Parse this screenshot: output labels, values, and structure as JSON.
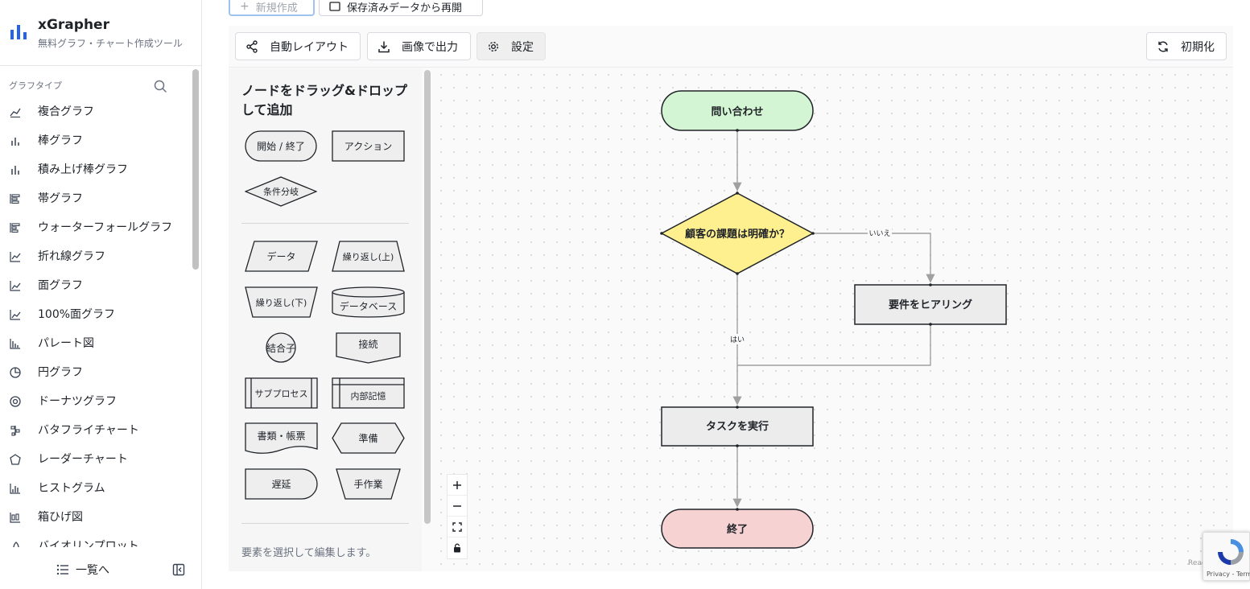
{
  "brand": {
    "title": "xGrapher",
    "subtitle": "無料グラフ・チャート作成ツール",
    "color": "#2563eb"
  },
  "sidebar": {
    "section_title": "グラフタイプ",
    "items": [
      {
        "label": "複合グラフ",
        "icon": "combo-chart-icon"
      },
      {
        "label": "棒グラフ",
        "icon": "bar-chart-icon"
      },
      {
        "label": "積み上げ棒グラフ",
        "icon": "stacked-bar-icon"
      },
      {
        "label": "帯グラフ",
        "icon": "band-chart-icon"
      },
      {
        "label": "ウォーターフォールグラフ",
        "icon": "waterfall-icon"
      },
      {
        "label": "折れ線グラフ",
        "icon": "line-chart-icon"
      },
      {
        "label": "面グラフ",
        "icon": "area-chart-icon"
      },
      {
        "label": "100%面グラフ",
        "icon": "area100-chart-icon"
      },
      {
        "label": "パレート図",
        "icon": "pareto-icon"
      },
      {
        "label": "円グラフ",
        "icon": "pie-chart-icon"
      },
      {
        "label": "ドーナツグラフ",
        "icon": "donut-chart-icon"
      },
      {
        "label": "バタフライチャート",
        "icon": "butterfly-icon"
      },
      {
        "label": "レーダーチャート",
        "icon": "radar-icon"
      },
      {
        "label": "ヒストグラム",
        "icon": "histogram-icon"
      },
      {
        "label": "箱ひげ図",
        "icon": "boxplot-icon"
      },
      {
        "label": "バイオリンプロット",
        "icon": "violin-icon"
      }
    ],
    "footer": {
      "list_label": "一覧へ"
    }
  },
  "top_buttons": {
    "new_label": "新規作成",
    "resume_label": "保存済みデータから再開"
  },
  "toolbar": {
    "auto_layout": "自動レイアウト",
    "export_image": "画像で出力",
    "settings": "設定",
    "reset": "初期化"
  },
  "palette": {
    "title": "ノードをドラッグ&ドロップして追加",
    "basic": {
      "start_end": "開始 / 終了",
      "action": "アクション",
      "condition": "条件分岐"
    },
    "shapes": {
      "data": "データ",
      "loop_top": "繰り返し(上)",
      "loop_bottom": "繰り返し(下)",
      "database": "データベース",
      "connector": "結合子",
      "offpage": "接続",
      "subprocess": "サブプロセス",
      "internal": "内部記憶",
      "document": "書類・帳票",
      "prep": "準備",
      "delay": "遅延",
      "manual": "手作業"
    },
    "hint": "要素を選択して編集します。"
  },
  "flow": {
    "nodes": {
      "start": "問い合わせ",
      "decision": "顧客の課題は明確か？",
      "hearing": "要件をヒアリング",
      "task": "タスクを実行",
      "end": "終了"
    },
    "edge_labels": {
      "no": "いいえ",
      "yes": "はい"
    },
    "colors": {
      "start": "#d3f5d3",
      "decision": "#fff08f",
      "process": "#ececec",
      "end": "#f6d2d2",
      "edge": "#a0a0a0"
    }
  },
  "recaptcha": {
    "text": "Privacy - Terms"
  },
  "attribution": {
    "text": "React Flow"
  }
}
